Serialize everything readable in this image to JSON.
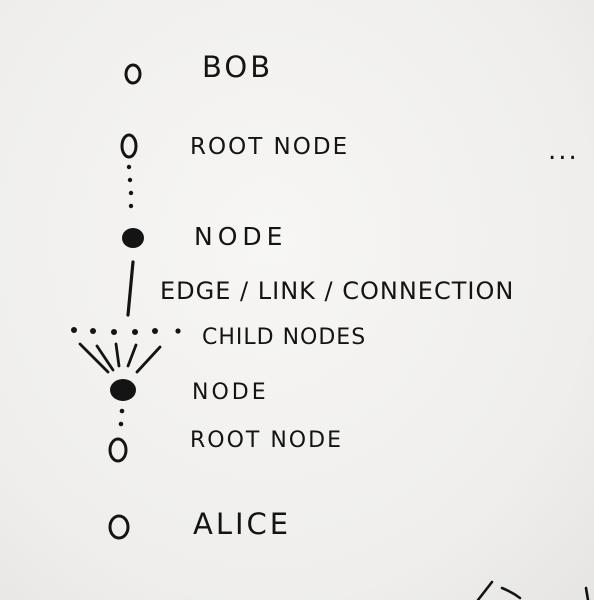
{
  "labels": {
    "bob": "BOB",
    "root_node_top": "ROOT NODE",
    "ellipsis": "...",
    "node_top": "NODE",
    "edge": "EDGE / LINK / CONNECTION",
    "child_nodes": "CHILD NODES",
    "node_bottom": "NODE",
    "root_node_bottom": "ROOT NODE",
    "alice": "ALICE"
  },
  "colors": {
    "ink": "#141414",
    "paper": "#f1f0ee"
  }
}
